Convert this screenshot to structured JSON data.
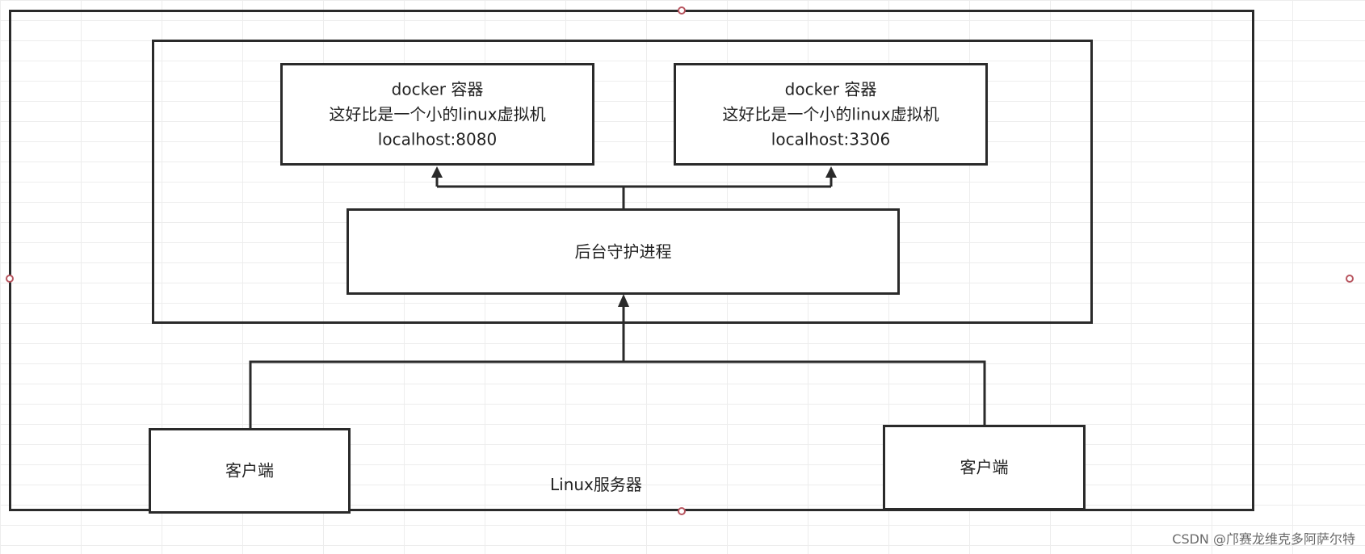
{
  "diagram": {
    "server_label": "Linux服务器",
    "daemon_label": "后台守护进程",
    "containers": [
      {
        "title": "docker 容器",
        "description": "这好比是一个小的linux虚拟机",
        "address": "localhost:8080"
      },
      {
        "title": "docker 容器",
        "description": "这好比是一个小的linux虚拟机",
        "address": "localhost:3306"
      }
    ],
    "clients": [
      {
        "label": "客户端"
      },
      {
        "label": "客户端"
      }
    ]
  },
  "watermark": "CSDN @邝赛龙维克多阿萨尔特"
}
